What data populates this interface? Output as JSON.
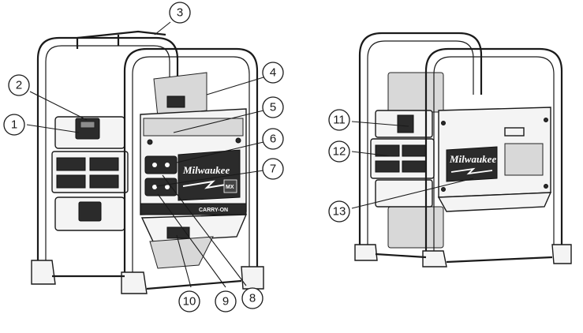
{
  "brand": "Milwaukee",
  "model_label": "CARRY-ON",
  "badge_label": "MX",
  "callouts": [
    {
      "number": "1"
    },
    {
      "number": "2"
    },
    {
      "number": "3"
    },
    {
      "number": "4"
    },
    {
      "number": "5"
    },
    {
      "number": "6"
    },
    {
      "number": "7"
    },
    {
      "number": "8"
    },
    {
      "number": "9"
    },
    {
      "number": "10"
    },
    {
      "number": "11"
    },
    {
      "number": "12"
    },
    {
      "number": "13"
    }
  ]
}
